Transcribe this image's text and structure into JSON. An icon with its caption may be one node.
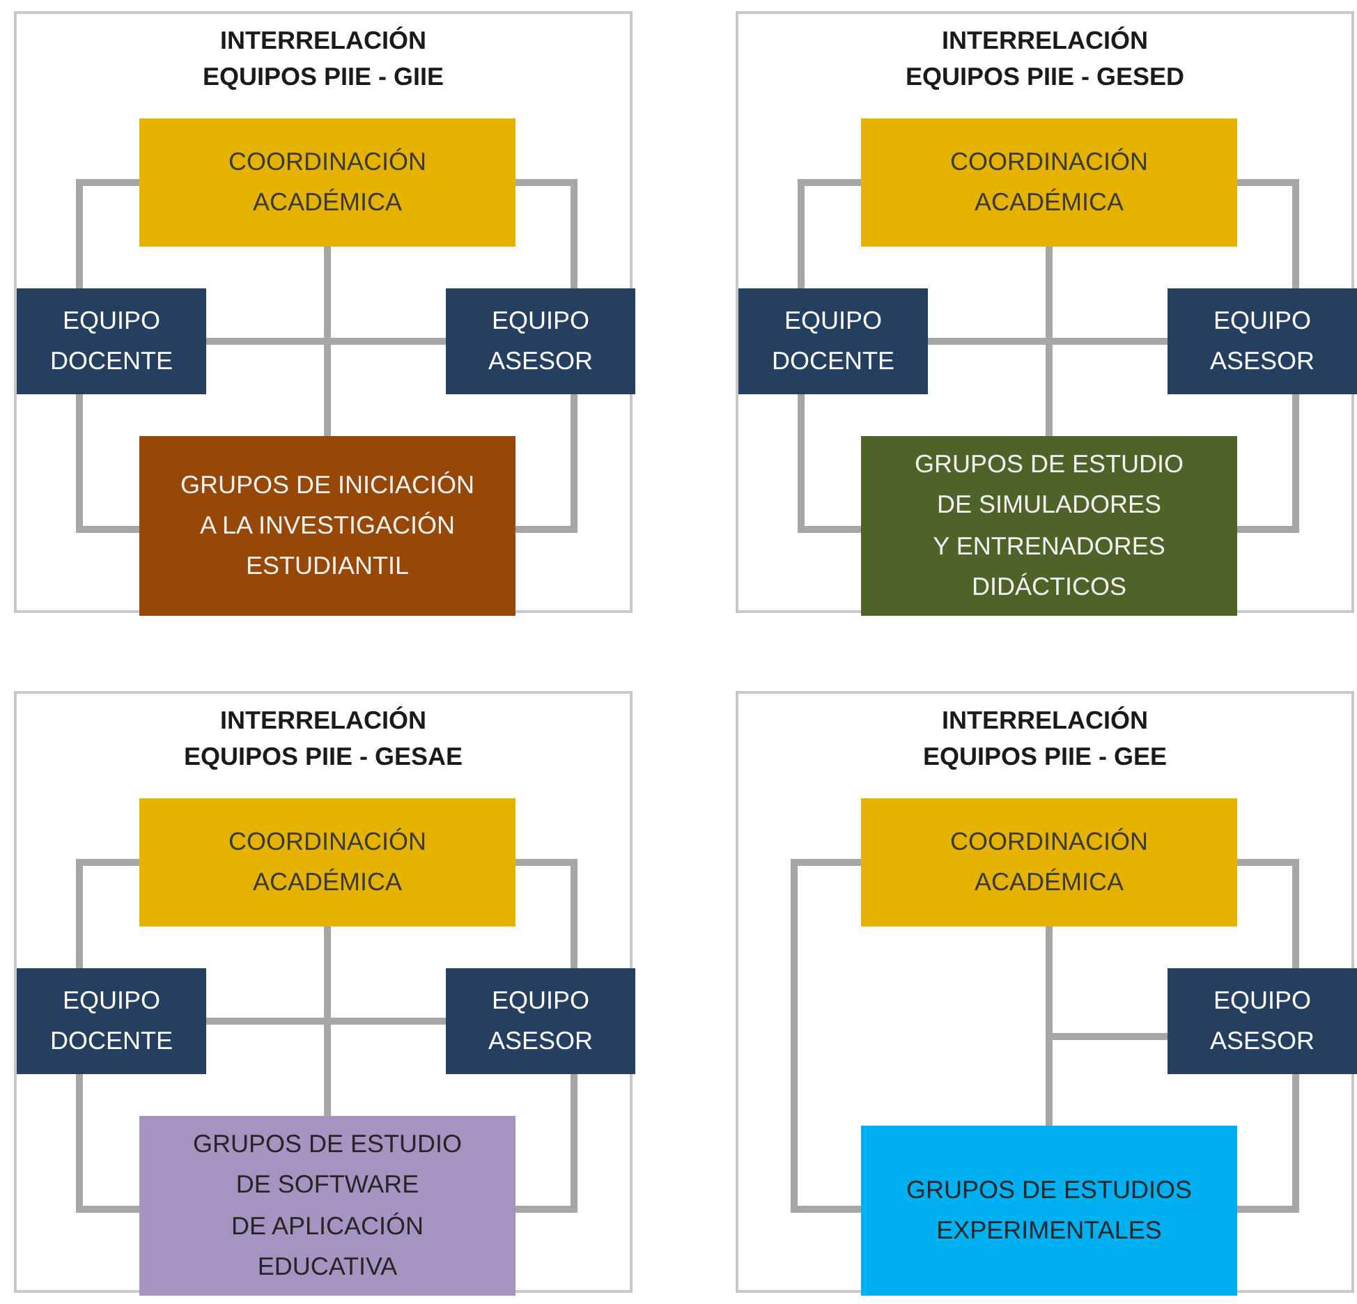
{
  "diagram": {
    "nodes": [
      {
        "text": [
          "INTERRELACIÓN EQUIPOS PIIE - GIIE"
        ]
      },
      {
        "text": [
          "COORDINACIÓN ACADÉMICA"
        ],
        "in": 0
      },
      {
        "text": [
          "EQUIPO DOCENTE"
        ],
        "in": 0
      },
      {
        "text": [
          "EQUIPO ASESOR"
        ],
        "in": 0
      },
      {
        "text": [
          "GRUPOS DE INICIACIÓN A LA INVESTIGACIÓN ESTUDIANTIL"
        ],
        "in": 0
      },
      {
        "text": [
          "INTERRELACIÓN EQUIPOS PIIE - GESED"
        ]
      },
      {
        "text": [
          "COORDINACIÓN ACADÉMICA"
        ],
        "in": 5
      },
      {
        "text": [
          "EQUIPO DOCENTE"
        ],
        "in": 5
      },
      {
        "text": [
          "EQUIPO ASESOR"
        ],
        "in": 5
      },
      {
        "text": [
          "GRUPOS DE ESTUDIO DE SIMULADORES Y ENTRENADORES DIDÁCTICOS"
        ],
        "in": 5
      },
      {
        "text": [
          "INTERRELACIÓN EQUIPOS PIIE - GESAE"
        ]
      },
      {
        "text": [
          "COORDINACIÓN ACADÉMICA"
        ],
        "in": 10
      },
      {
        "text": [
          "EQUIPO DOCENTE"
        ],
        "in": 10
      },
      {
        "text": [
          "EQUIPO ASESOR"
        ],
        "in": 10
      },
      {
        "text": [
          "GRUPOS DE ESTUDIO DE SOFTWARE DE APLICACIÓN EDUCATIVA"
        ],
        "in": 10
      },
      {
        "text": [
          "INTERRELACIÓN EQUIPOS PIIE - GEE"
        ]
      },
      {
        "text": [
          "COORDINACIÓN ACADÉMICA"
        ],
        "in": 15
      },
      {
        "text": [
          "EQUIPO ASESOR"
        ],
        "in": 15
      },
      {
        "text": [
          "GRUPOS DE ESTUDIOS EXPERIMENTALES"
        ],
        "in": 15
      }
    ],
    "edges": [
      {
        "from": 1,
        "to": 2,
        "arrow": "none"
      },
      {
        "from": 2,
        "to": 4,
        "arrow": "none"
      },
      {
        "from": 1,
        "to": 3,
        "arrow": "none"
      },
      {
        "from": 3,
        "to": 4,
        "arrow": "none"
      },
      {
        "from": 1,
        "to": 4,
        "arrow": "none"
      },
      {
        "from": 2,
        "to": 3,
        "arrow": "none"
      },
      {
        "from": 6,
        "to": 7,
        "arrow": "none"
      },
      {
        "from": 7,
        "to": 9,
        "arrow": "none"
      },
      {
        "from": 6,
        "to": 8,
        "arrow": "none"
      },
      {
        "from": 8,
        "to": 9,
        "arrow": "none"
      },
      {
        "from": 6,
        "to": 9,
        "arrow": "none"
      },
      {
        "from": 7,
        "to": 8,
        "arrow": "none"
      },
      {
        "from": 11,
        "to": 12,
        "arrow": "none"
      },
      {
        "from": 12,
        "to": 14,
        "arrow": "none"
      },
      {
        "from": 11,
        "to": 13,
        "arrow": "none"
      },
      {
        "from": 13,
        "to": 14,
        "arrow": "none"
      },
      {
        "from": 11,
        "to": 14,
        "arrow": "none"
      },
      {
        "from": 12,
        "to": 13,
        "arrow": "none"
      },
      {
        "from": 16,
        "to": 18,
        "arrow": "none"
      },
      {
        "from": 16,
        "to": 17,
        "arrow": "none"
      },
      {
        "from": 17,
        "to": 18,
        "arrow": "none"
      },
      {
        "from": 17,
        "to": 16,
        "arrow": "none"
      },
      {
        "from": 17,
        "to": 18,
        "arrow": "none"
      }
    ]
  }
}
